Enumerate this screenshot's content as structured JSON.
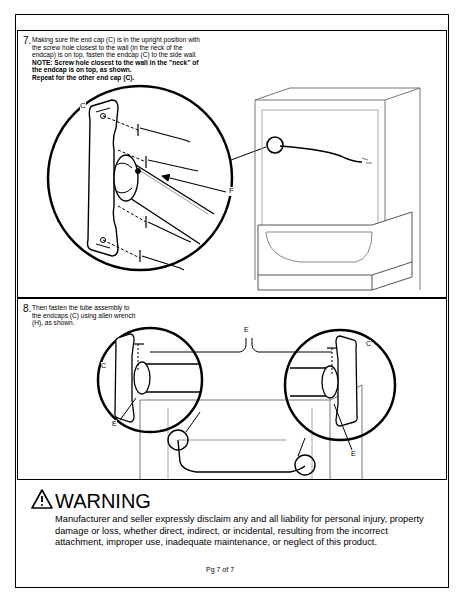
{
  "diagram": {
    "nodes": [
      {
        "text": [
          "7.",
          "Making sure the end cap (C) is in the upright position with the screw hole closest to the wall (in the neck of the endcap) is on top, fasten the endcap (C) to the side wall.",
          "NOTE: Screw hole closest to the wall in the \"neck\" of the endcap is on top, as shown.",
          "Repeat for the other end cap (C)."
        ]
      },
      {
        "text": [
          "8.",
          "Then fasten the tube assembly to the endcaps (C) using allen wrench (H), as shown."
        ]
      }
    ],
    "labels": [
      "C",
      "F",
      "E",
      "C",
      "C",
      "E",
      "E",
      "WARNING",
      "Manufacturer and seller expressly disclaim any and all liability for personal injury, property damage or loss, whether direct, indirect, or incidental, resulting from the incorrect attachment, improper use, inadequate maintenance, or neglect of this product.",
      "Pg 7 of 7"
    ]
  }
}
